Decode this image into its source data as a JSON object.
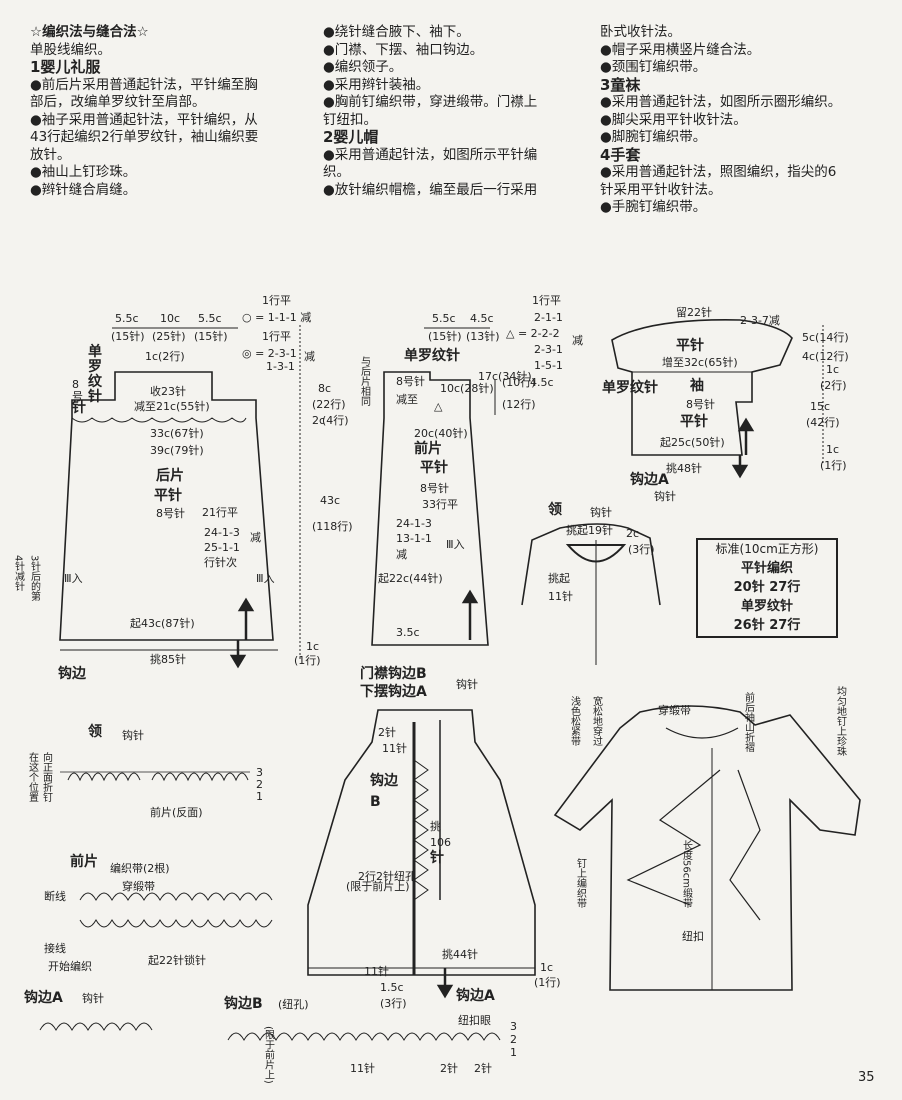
{
  "col1": [
    "☆编织法与缝合法☆",
    "单股线编织。",
    "1婴儿礼服",
    "●前后片采用普通起针法，平针编至胸",
    "部后，改编单罗纹针至肩部。",
    "●袖子采用普通起针法，平针编织，从",
    "43行起编织2行单罗纹针，袖山编织要",
    "放针。",
    "●袖山上钉珍珠。",
    "●辫针缝合肩缝。"
  ],
  "col2": [
    "●绕针缝合腋下、袖下。",
    "●门襟、下摆、袖口钩边。",
    "●编织领子。",
    "●采用辫针装袖。",
    "●胸前钉编织带，穿进缎带。门襟上",
    "钉纽扣。",
    "2婴儿帽",
    "●采用普通起针法，如图所示平针编",
    "织。",
    "●放针编织帽檐，编至最后一行采用"
  ],
  "col3": [
    "卧式收针法。",
    "●帽子采用横竖片缝合法。",
    "●颈围钉编织带。",
    "3童袜",
    "●采用普通起针法，如图所示圈形编织。",
    "●脚尖采用平针收针法。",
    "●脚腕钉编织带。",
    "4手套",
    "●采用普通起针法，照图编织，指尖的6",
    "针采用平针收针法。",
    "●手腕钉编织带。"
  ],
  "standard": {
    "title": "标准(10cm正方形)",
    "l1": "平针编织",
    "l2": "20针  27行",
    "l3": "单罗纹针",
    "l4": "26针  27行"
  },
  "page_number": "35",
  "labels": {
    "back": [
      "5.5c",
      "10c",
      "5.5c",
      "(15针)",
      "(25针)",
      "(15针)",
      "1行平",
      "○ = 1-1-1 减",
      "1行平",
      "◎ = 2-3-1",
      "1-3-1",
      "减",
      "1c(2行)",
      "单",
      "罗",
      "纹",
      "针",
      "8",
      "号",
      "针",
      "收23针",
      "减至21c(55针)",
      "33c(67针)",
      "39c(79针)",
      "后片",
      "平针",
      "8号针",
      "21行平",
      "24-1-3",
      "25-1-1",
      "行针次",
      "减",
      "4针减针",
      "3针后的第",
      "Ⅲ入",
      "Ⅲ入",
      "起43c(87针)",
      "挑85针",
      "钩边",
      "8c",
      "(22行)",
      "2c",
      "(4行)",
      "43c",
      "(118行)",
      "1c",
      "(1行)"
    ],
    "front": [
      "5.5c",
      "4.5c",
      "(15针)",
      "(13针)",
      "1行平",
      "2-1-1",
      "△ = 2-2-2",
      "2-3-1",
      "1-5-1",
      "减",
      "与后片相同",
      "单罗纹针",
      "8号针",
      "减至",
      "10c(28针)",
      "△",
      "17c(34针)",
      "20c(40针)",
      "前片",
      "平针",
      "8号针",
      "33行平",
      "24-1-3",
      "13-1-1",
      "减",
      "Ⅲ入",
      "起22c(44针)",
      "3.5c",
      "(10行)",
      "4.5c",
      "(12行)"
    ],
    "sleeve": [
      "留22针",
      "2-3-7减",
      "平针",
      "增至32c(65针)",
      "袖",
      "8号针",
      "平针",
      "起25c(50针)",
      "单罗纹针",
      "挑48针",
      "钩边A",
      "钩针",
      "5c(14行)",
      "4c(12行)",
      "1c",
      "(2行)",
      "15c",
      "(42行)",
      "1c",
      "(1行)"
    ],
    "collar": [
      "领",
      "钩针",
      "挑起19针",
      "2c",
      "(3行)",
      "挑起",
      "11针"
    ],
    "collar2": [
      "领",
      "钩针",
      "在这个位置",
      "向正面折钉",
      "3",
      "2",
      "1",
      "前片(反面)"
    ],
    "front_band": [
      "前片",
      "编织带(2根)",
      "穿缎带",
      "断线",
      "接线",
      "开始编织",
      "起22针锁针"
    ],
    "edgeA": [
      "钩边A",
      "钩针"
    ],
    "edgeB": [
      "钩边B",
      "(纽孔)",
      "(限于前片上)",
      "纽扣眼",
      "3",
      "2",
      "1",
      "11针",
      "2针",
      "2针"
    ],
    "dress": [
      "门襟钩边B",
      "下摆钩边A",
      "钩针",
      "2针",
      "11针",
      "钩边",
      "B",
      "挑",
      "106",
      "针",
      "2行2针纽孔",
      "(限于前片上)",
      "11针",
      "挑44针",
      "1c",
      "(1行)",
      "1.5c",
      "(3行)",
      "钩边A"
    ],
    "garment": [
      "浅色松紧带",
      "宽松地穿过",
      "穿缎带",
      "前后袖山折褶",
      "均匀地钉上珍珠",
      "长度56cm缎带",
      "钉上编织带",
      "纽扣"
    ]
  }
}
